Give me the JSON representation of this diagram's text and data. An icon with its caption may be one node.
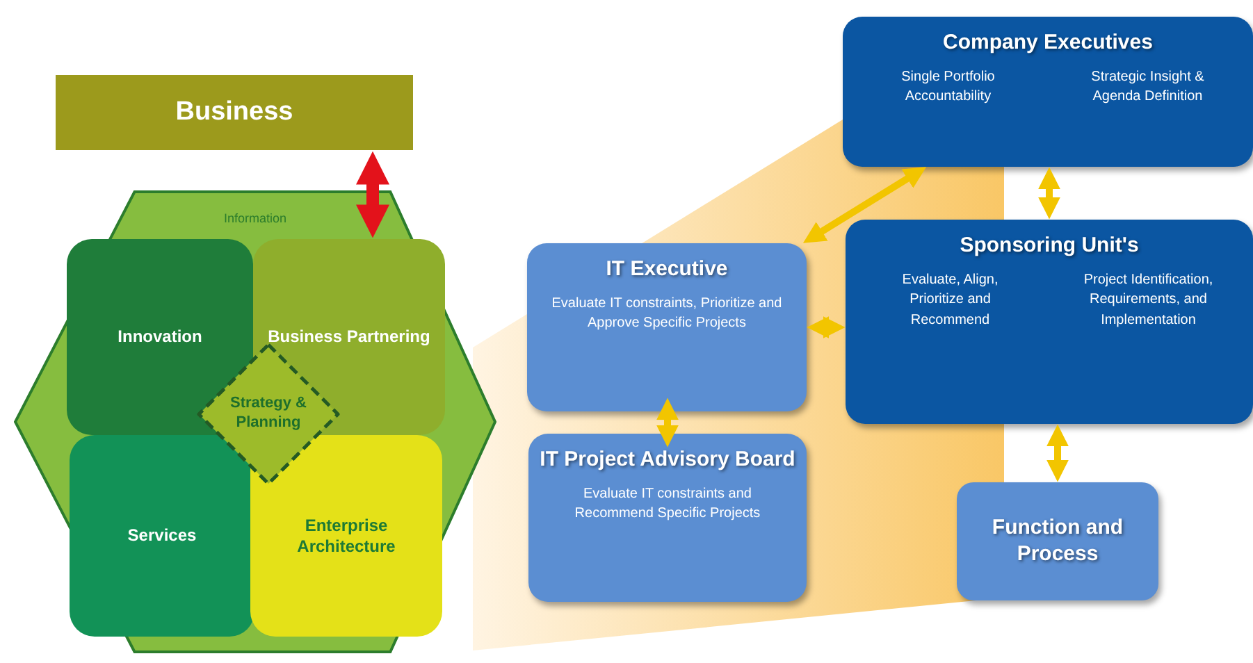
{
  "diagram": {
    "nodes": [
      {
        "text": [
          "Business"
        ]
      },
      {
        "text": [
          "Information"
        ]
      },
      {
        "text": [
          "Innovation"
        ],
        "in": 1
      },
      {
        "text": [
          "Business Partnering"
        ],
        "in": 1
      },
      {
        "text": [
          "Services"
        ],
        "in": 1
      },
      {
        "text": [
          "Enterprise Architecture"
        ],
        "in": 1
      },
      {
        "text": [
          "Strategy & Planning"
        ],
        "in": 1
      },
      {
        "text": [
          "Company Executives",
          "Single Portfolio Accountability",
          "Strategic Insight & Agenda Definition"
        ]
      },
      {
        "text": [
          "IT Executive",
          "Evaluate IT constraints, Prioritize and Approve Specific Projects"
        ]
      },
      {
        "text": [
          "Sponsoring Unit's",
          "Evaluate, Align, Prioritize and Recommend",
          "Project Identification, Requirements, and Implementation"
        ]
      },
      {
        "text": [
          "IT Project Advisory Board",
          "Evaluate IT constraints and Recommend  Specific Projects"
        ]
      },
      {
        "text": [
          "Function and Process"
        ]
      }
    ],
    "edges": [
      {
        "from": 0,
        "to": 3,
        "arrow": "both",
        "style": "thick",
        "color": "#e3121b"
      },
      {
        "from": 8,
        "to": 7,
        "arrow": "both"
      },
      {
        "from": 7,
        "to": 9,
        "arrow": "both"
      },
      {
        "from": 8,
        "to": 9,
        "arrow": "both"
      },
      {
        "from": 8,
        "to": 10,
        "arrow": "both"
      },
      {
        "from": 9,
        "to": 11,
        "arrow": "both"
      }
    ]
  }
}
